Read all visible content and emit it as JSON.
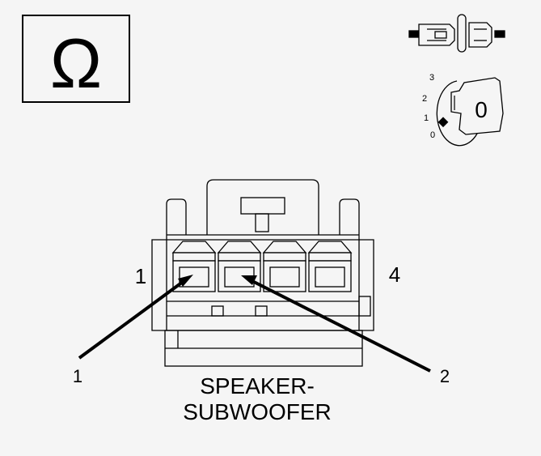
{
  "ohm_symbol": "Ω",
  "key_switch": {
    "positions": [
      "3",
      "2",
      "1",
      "0"
    ],
    "current": "0"
  },
  "connector": {
    "pin_first": "1",
    "pin_last": "4",
    "name_line1": "SPEAKER-",
    "name_line2": "SUBWOOFER"
  },
  "callouts": [
    "1",
    "2"
  ],
  "colors": {
    "line": "#000000",
    "background": "#f5f5f5"
  }
}
